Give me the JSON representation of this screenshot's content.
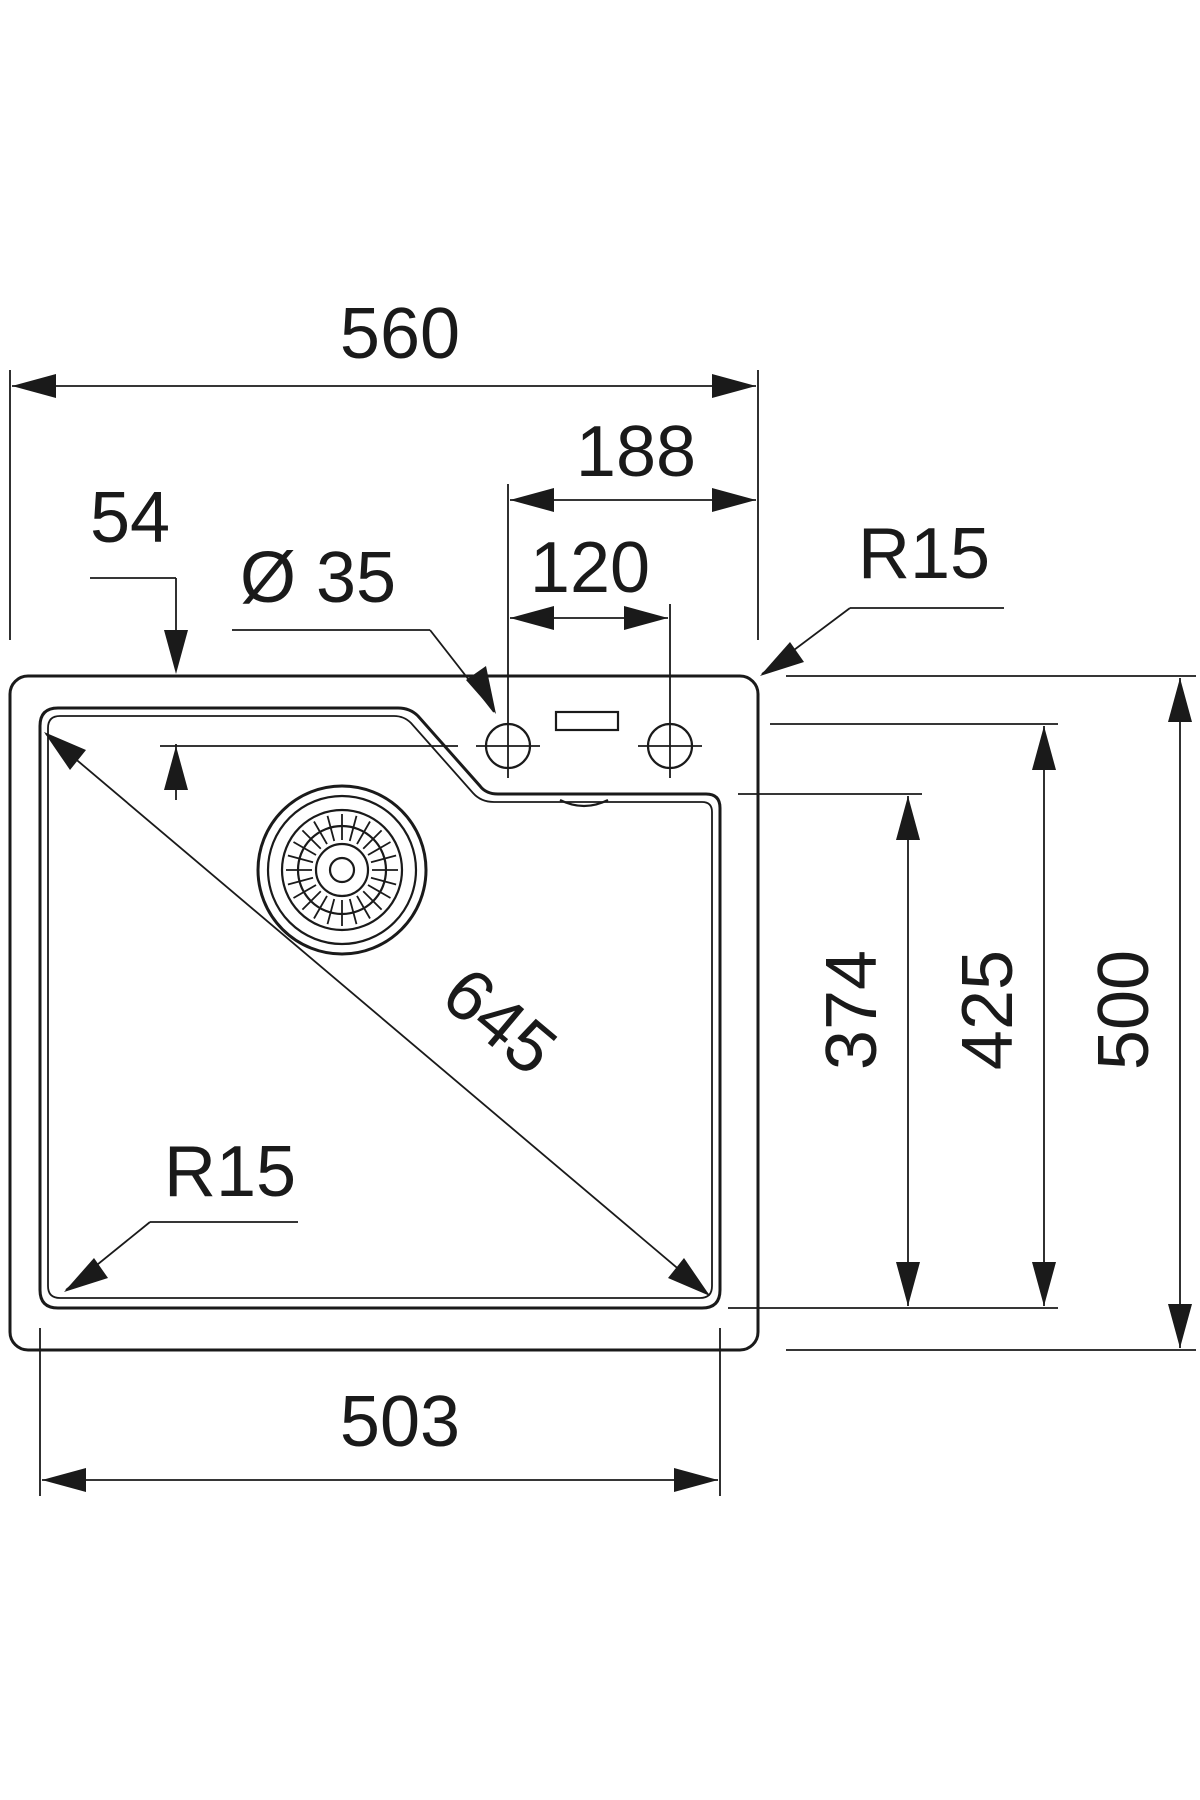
{
  "drawing": {
    "colors": {
      "ink": "#1a1a1a",
      "background": "#ffffff"
    },
    "dimensions": {
      "overall_width": "560",
      "tap_offset": "188",
      "tap_spacing": "120",
      "rim_offset": "54",
      "hole_diameter": "Ø 35",
      "outer_radius": "R15",
      "inner_radius": "R15",
      "diagonal": "645",
      "bowl_width": "503",
      "bowl_depth": "374",
      "inner_depth": "425",
      "overall_depth": "500"
    }
  }
}
